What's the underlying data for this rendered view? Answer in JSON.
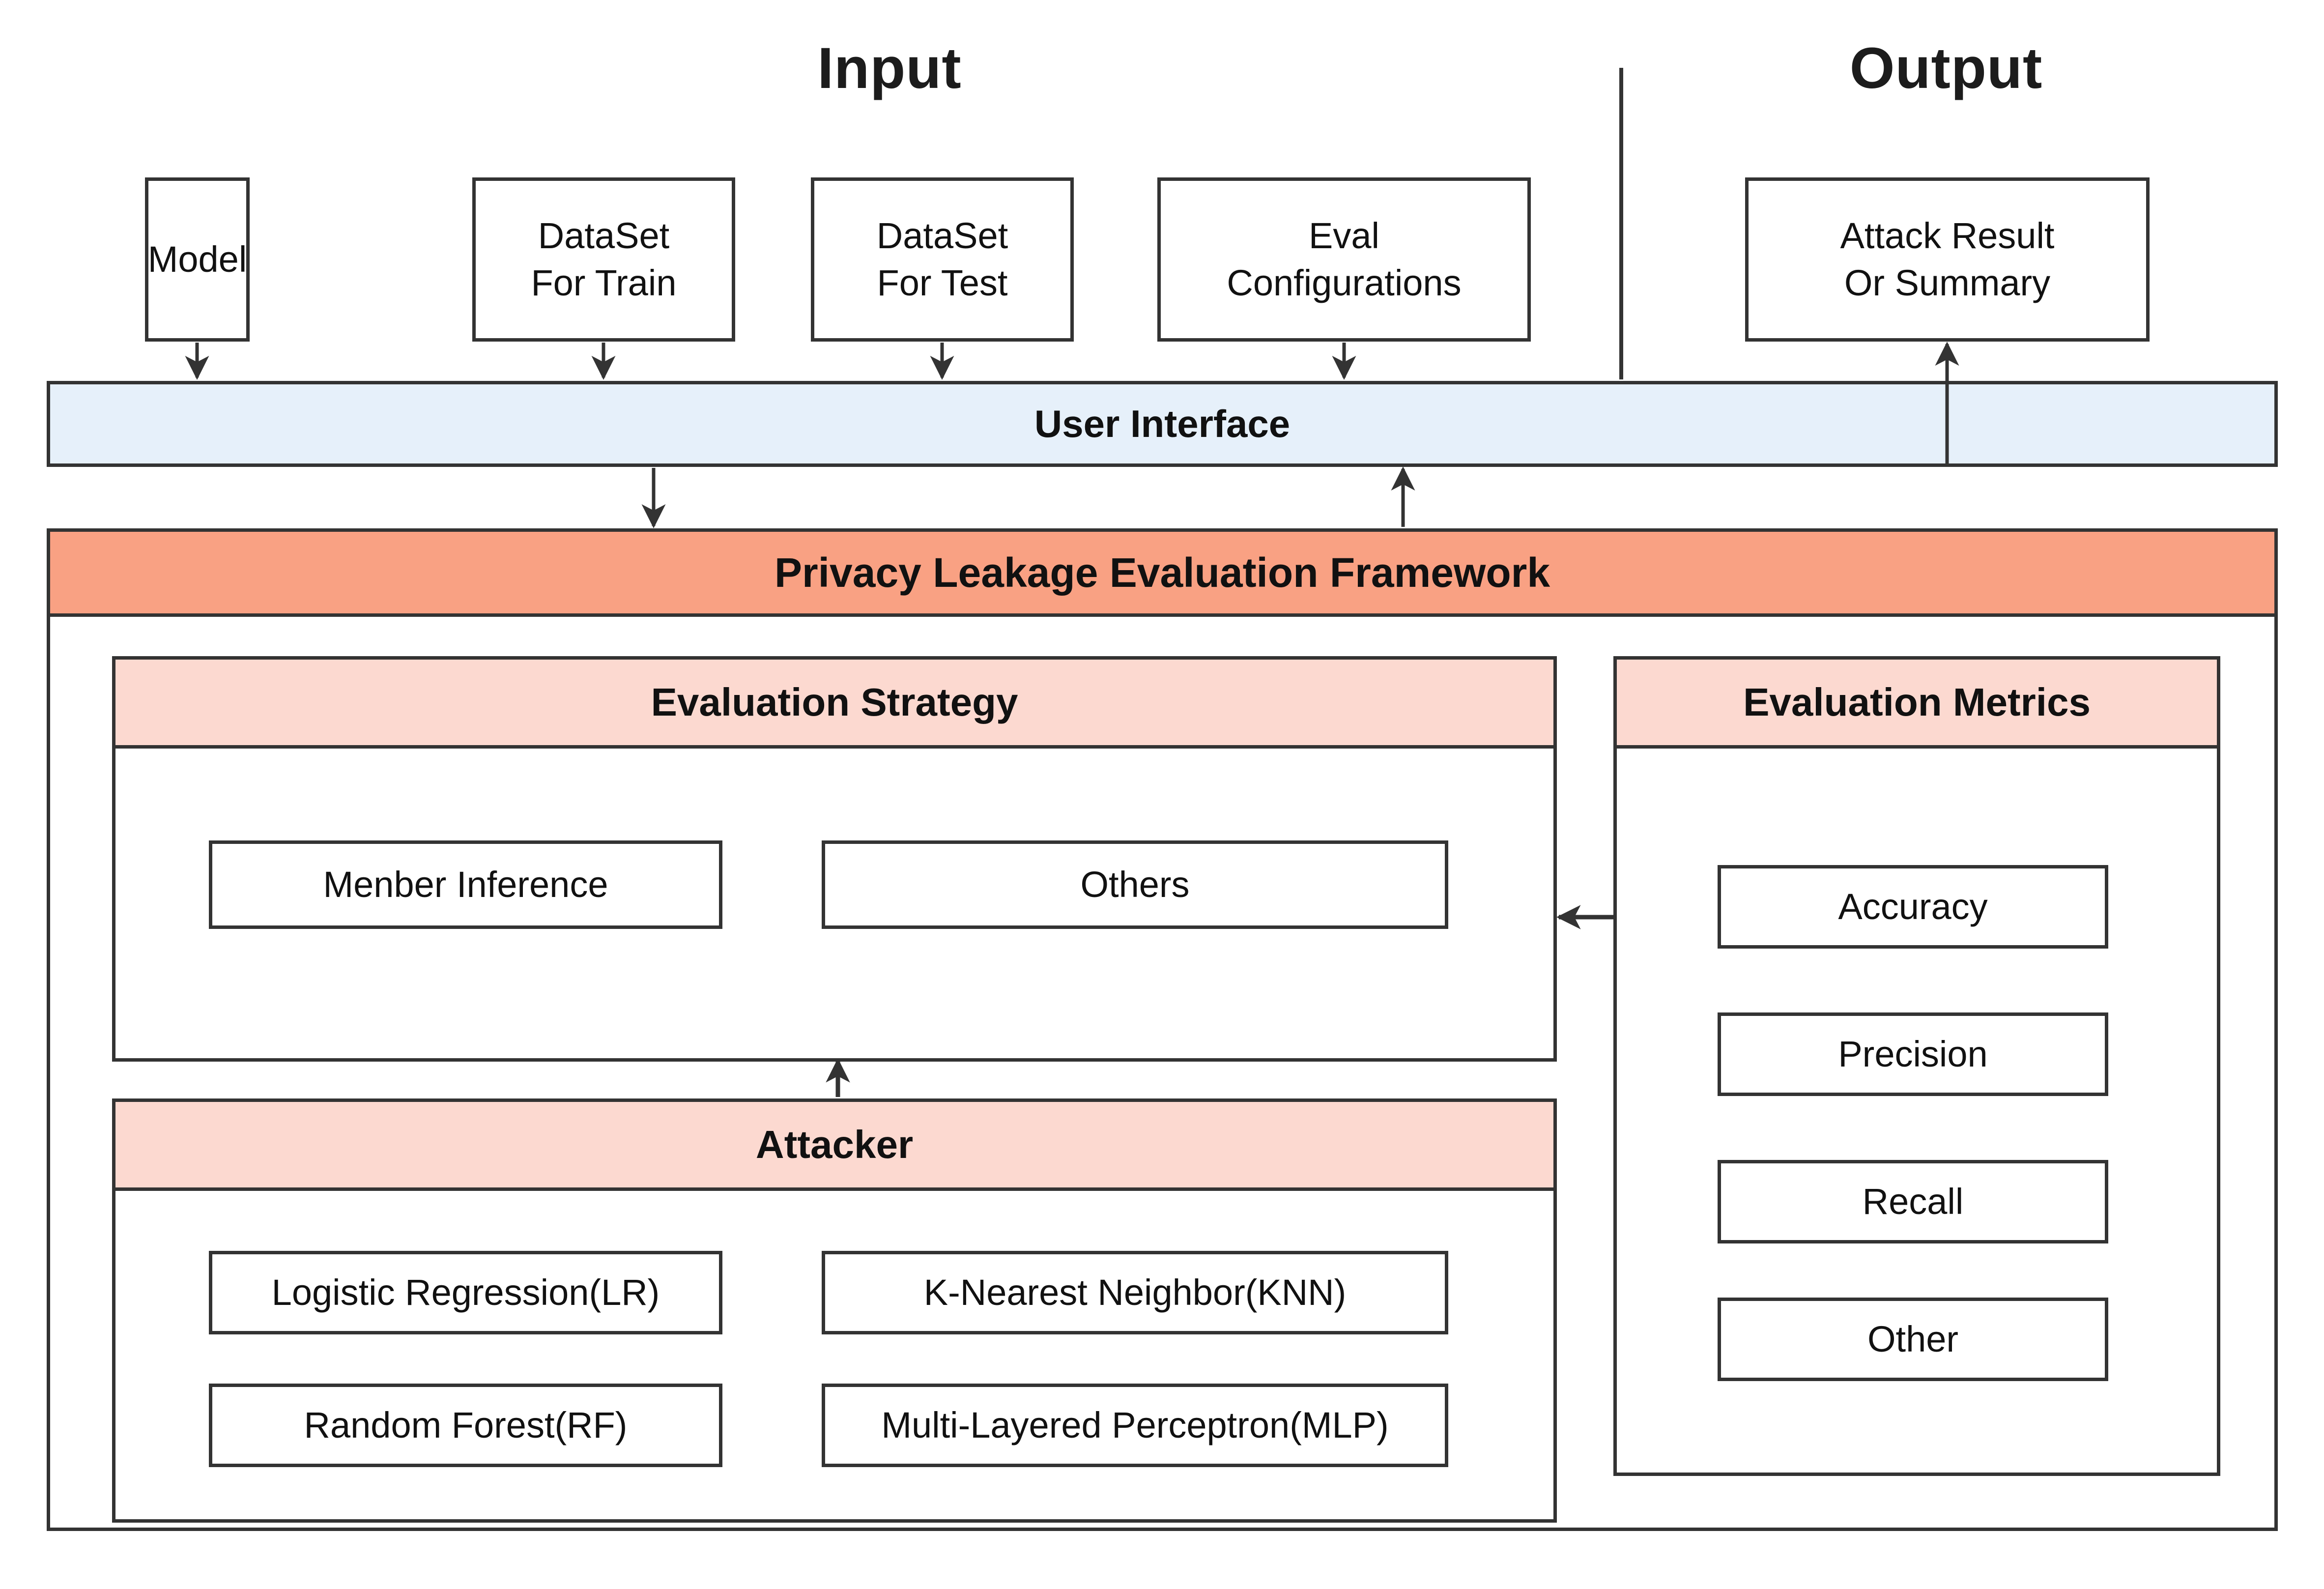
{
  "sections": {
    "input_title": "Input",
    "output_title": "Output"
  },
  "input_boxes": [
    {
      "id": "model",
      "lines": [
        "Model"
      ]
    },
    {
      "id": "dataset-train",
      "lines": [
        "DataSet",
        "For Train"
      ]
    },
    {
      "id": "dataset-test",
      "lines": [
        "DataSet",
        "For Test"
      ]
    },
    {
      "id": "eval-configurations",
      "lines": [
        "Eval",
        "Configurations"
      ]
    }
  ],
  "output_boxes": [
    {
      "id": "attack-result",
      "lines": [
        "Attack Result",
        "Or Summary"
      ]
    }
  ],
  "user_interface": {
    "label": "User Interface"
  },
  "framework": {
    "title": "Privacy Leakage Evaluation Framework"
  },
  "evaluation_strategy": {
    "title": "Evaluation Strategy",
    "items": [
      {
        "id": "menber-inference",
        "label": "Menber Inference"
      },
      {
        "id": "others",
        "label": "Others"
      }
    ]
  },
  "attacker": {
    "title": "Attacker",
    "items": [
      {
        "id": "logistic-regression",
        "label": "Logistic Regression(LR)"
      },
      {
        "id": "k-nearest-neighbor",
        "label": "K-Nearest Neighbor(KNN)"
      },
      {
        "id": "random-forest",
        "label": "Random Forest(RF)"
      },
      {
        "id": "multi-layered-perceptron",
        "label": "Multi-Layered Perceptron(MLP)"
      }
    ]
  },
  "evaluation_metrics": {
    "title": "Evaluation Metrics",
    "items": [
      {
        "id": "accuracy",
        "label": "Accuracy"
      },
      {
        "id": "precision",
        "label": "Precision"
      },
      {
        "id": "recall",
        "label": "Recall"
      },
      {
        "id": "other",
        "label": "Other"
      }
    ]
  },
  "colors": {
    "stroke": "#333333",
    "user_interface_fill": "#E6F0FA",
    "framework_fill": "#F9A183",
    "subsection_fill": "#FCD9D0",
    "box_fill": "#FFFFFF",
    "text": "#111111"
  }
}
